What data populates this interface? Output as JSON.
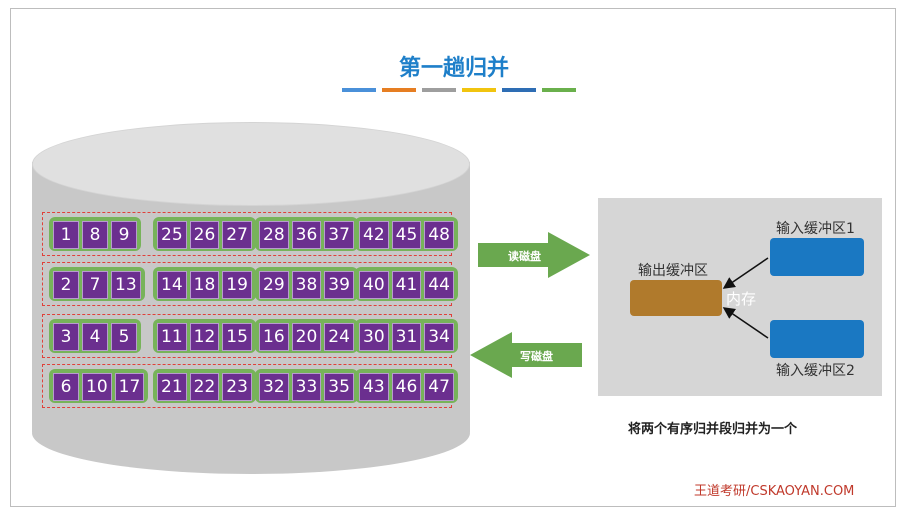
{
  "title": "第一趟归并",
  "color_bar": [
    "#4a90d9",
    "#e67e22",
    "#9e9e9e",
    "#f1c40f",
    "#2e6db4",
    "#6ab04c"
  ],
  "disk": {
    "rows": [
      [
        [
          1,
          8,
          9
        ],
        [
          25,
          26,
          27
        ],
        [
          28,
          36,
          37
        ],
        [
          42,
          45,
          48
        ]
      ],
      [
        [
          2,
          7,
          13
        ],
        [
          14,
          18,
          19
        ],
        [
          29,
          38,
          39
        ],
        [
          40,
          41,
          44
        ]
      ],
      [
        [
          3,
          4,
          5
        ],
        [
          11,
          12,
          15
        ],
        [
          16,
          20,
          24
        ],
        [
          30,
          31,
          34
        ]
      ],
      [
        [
          6,
          10,
          17
        ],
        [
          21,
          22,
          23
        ],
        [
          32,
          33,
          35
        ],
        [
          43,
          46,
          47
        ]
      ]
    ]
  },
  "arrows": {
    "read": "读磁盘",
    "write": "写磁盘"
  },
  "memory": {
    "label": "内存",
    "input_buffer_1": "输入缓冲区1",
    "input_buffer_2": "输入缓冲区2",
    "output_buffer": "输出缓冲区"
  },
  "caption": "将两个有序归并段归并为一个",
  "footer": "王道考研/CSKAOYAN.COM"
}
